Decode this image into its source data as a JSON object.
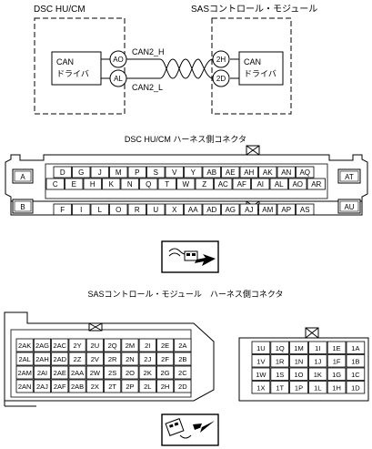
{
  "block": {
    "left_title": "DSC HU/CM",
    "right_title": "SASコントロール・モジュール",
    "left_box_label": [
      "CAN",
      "ドライバ"
    ],
    "right_box_label": [
      "CAN",
      "ドライバ"
    ],
    "left_pins": [
      "AO",
      "AL"
    ],
    "right_pins": [
      "2H",
      "2D"
    ],
    "wire_high": "CAN2_H",
    "wire_low": "CAN2_L"
  },
  "dsc": {
    "title": "DSC HU/CM ハーネス側コネクタ",
    "row1": [
      "D",
      "G",
      "J",
      "M",
      "P",
      "S",
      "V",
      "Y",
      "AB",
      "AE",
      "AH",
      "AK",
      "AN",
      "AQ"
    ],
    "row2": [
      "C",
      "E",
      "H",
      "K",
      "N",
      "Q",
      "T",
      "W",
      "Z",
      "AC",
      "AF",
      "AI",
      "AL",
      "AO",
      "AR"
    ],
    "row3": [
      "F",
      "I",
      "L",
      "O",
      "R",
      "U",
      "X",
      "AA",
      "AD",
      "AG",
      "AJ",
      "AM",
      "AP",
      "AS"
    ],
    "side_left": [
      "A",
      "B"
    ],
    "side_right": [
      "AT",
      "AU"
    ]
  },
  "sas": {
    "title": "SASコントロール・モジュール　ハーネス側コネクタ",
    "left_rows": [
      [
        "2AK",
        "2AG",
        "2AC",
        "2Y",
        "2U",
        "2Q",
        "2M",
        "2I",
        "2E",
        "2A"
      ],
      [
        "2AL",
        "2AH",
        "2AD",
        "2Z",
        "2V",
        "2R",
        "2N",
        "2J",
        "2F",
        "2B"
      ],
      [
        "2AM",
        "2AI",
        "2AE",
        "2AA",
        "2W",
        "2S",
        "2O",
        "2K",
        "2G",
        "2C"
      ],
      [
        "2AN",
        "2AJ",
        "2AF",
        "2AB",
        "2X",
        "2T",
        "2P",
        "2L",
        "2H",
        "2D"
      ]
    ],
    "right_rows": [
      [
        "1U",
        "1Q",
        "1M",
        "1I",
        "1E",
        "1A"
      ],
      [
        "1V",
        "1R",
        "1N",
        "1J",
        "1F",
        "1B"
      ],
      [
        "1W",
        "1S",
        "1O",
        "1K",
        "1G",
        "1C"
      ],
      [
        "1X",
        "1T",
        "1P",
        "1L",
        "1H",
        "1D"
      ]
    ]
  }
}
